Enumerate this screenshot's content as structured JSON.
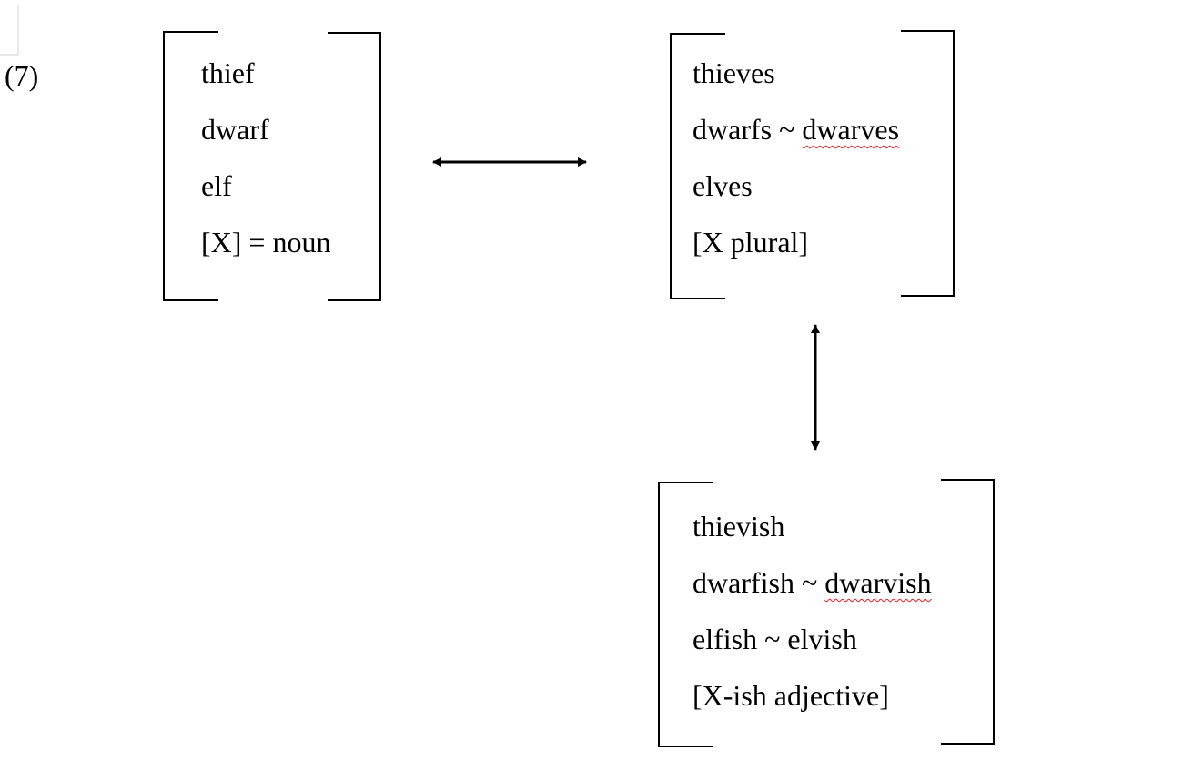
{
  "example_number": "(7)",
  "box_base": {
    "lines": [
      "thief",
      "dwarf",
      "elf",
      "[X] = noun"
    ]
  },
  "box_plural": {
    "lines": [
      "thieves",
      "dwarfs ~ ",
      "dwarves",
      "elves",
      "[X plural]"
    ]
  },
  "box_adjective": {
    "lines": [
      "thievish",
      "dwarfish ~ ",
      "dwarvish",
      "elfish ~ elvish",
      "[X-ish adjective]"
    ]
  },
  "colors": {
    "text": "#000000",
    "spellcheck": "#e02020"
  }
}
